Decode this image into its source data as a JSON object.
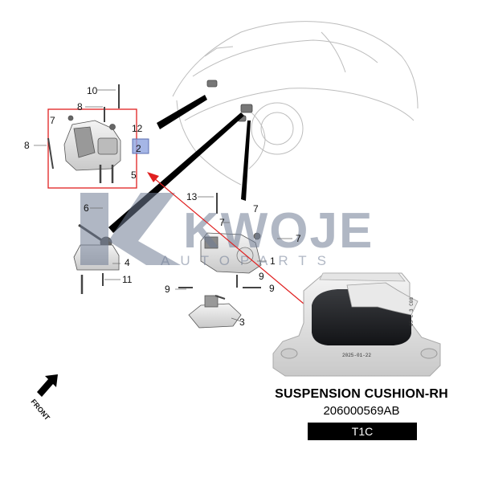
{
  "watermark": {
    "brand": "KWOJE",
    "sub": "AUTOPARTS"
  },
  "front_label": "FRONT",
  "part_stamp_date": "2025-01-22",
  "part_stamp_code": "05 L 3 C08",
  "product": {
    "title": "SUSPENSION CUSHION-RH",
    "part_number": "206000569AB",
    "model": "T1C"
  },
  "callouts": {
    "c10": "10",
    "c8a": "8",
    "c7a": "7",
    "c8b": "8",
    "c12": "12",
    "c2": "2",
    "c5": "5",
    "c6": "6",
    "c4": "4",
    "c11": "11",
    "c13": "13",
    "c7b": "7",
    "c7c": "7",
    "c7d": "7",
    "c1": "1",
    "c9a": "9",
    "c9b": "9",
    "c9c": "9",
    "c3": "3"
  },
  "colors": {
    "highlight_box": "#e02020",
    "arrow": "#e02020",
    "highlight_fill": "#8ea4e0",
    "watermark": "#6f7c93"
  }
}
